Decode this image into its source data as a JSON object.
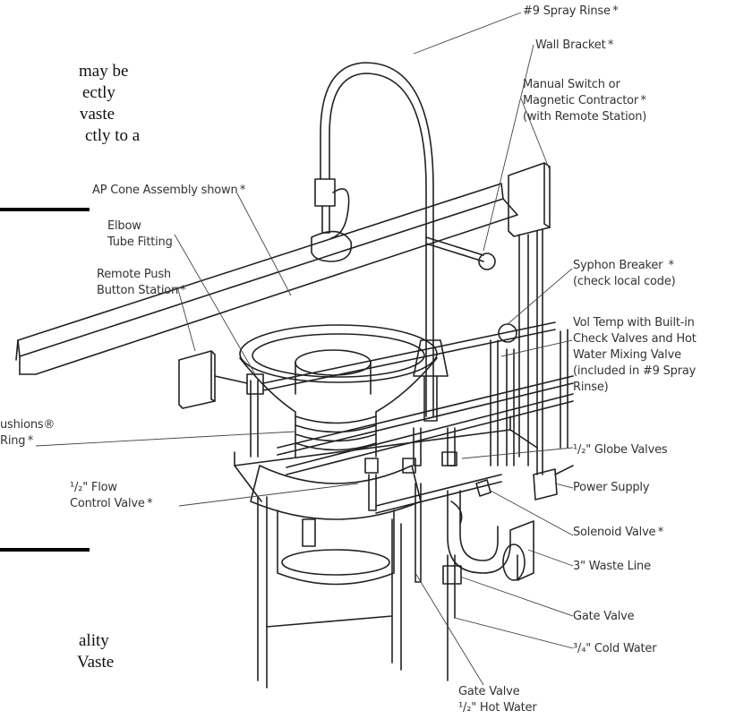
{
  "left_text": {
    "lines_top": [
      "may be",
      "ectly",
      "vaste",
      "ctly to a"
    ],
    "lines_bottom": [
      "ality",
      "Vaste"
    ]
  },
  "labels": {
    "spray_rinse": "#9 Spray Rinse *",
    "wall_bracket": "Wall Bracket *",
    "manual_switch": [
      "Manual Switch or",
      "Magnetic Contractor *",
      "(with Remote Station)"
    ],
    "ap_cone": "AP Cone Assembly shown *",
    "elbow": [
      "Elbow",
      "Tube Fitting"
    ],
    "remote_push": [
      "Remote Push",
      "Button Station *"
    ],
    "syphon": [
      "Syphon Breaker  *",
      "(check local code)"
    ],
    "vol_temp": [
      "Vol Temp with Built-in",
      "Check Valves and Hot",
      "Water Mixing Valve",
      "(included in #9 Spray",
      "Rinse)"
    ],
    "cushions": [
      "ushions®",
      "Ring *"
    ],
    "globe_valves": "¹/₂\" Globe Valves",
    "flow_control": [
      "¹/₂\" Flow",
      "Control Valve *"
    ],
    "power_supply": "Power Supply",
    "solenoid": "Solenoid Valve *",
    "waste_line": "3\" Waste Line",
    "gate_valve_right": "Gate Valve",
    "cold_water": "³/₄\" Cold Water",
    "gate_valve_bottom": [
      "Gate Valve",
      "¹/₂\" Hot Water"
    ]
  }
}
